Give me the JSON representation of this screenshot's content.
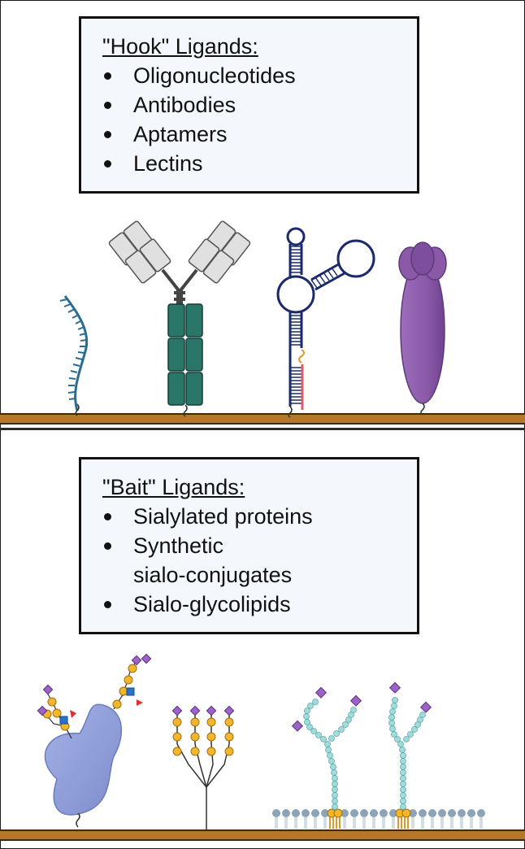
{
  "hook_box": {
    "title": "\"Hook\" Ligands:",
    "items": [
      "Oligonucleotides",
      "Antibodies",
      "Aptamers",
      "Lectins"
    ]
  },
  "bait_box": {
    "title": "\"Bait\" Ligands:",
    "items": [
      "Sialylated proteins",
      "Synthetic sialo-conjugates",
      "Sialo-glycolipids"
    ],
    "item2_line1": "Synthetic",
    "item2_line2": "sialo-conjugates"
  },
  "colors": {
    "shelf": "#b5782a",
    "antibody_heavy": "#2a7769",
    "antibody_light": "#e0e0e0",
    "oligo": "#2b6c8f",
    "aptamer": "#1a2a6c",
    "lectin": "#8a5aa8",
    "protein": "#8f9ed6",
    "sialic_acid": "#9c62c8",
    "galactose": "#f2b62c",
    "glcnac": "#2a72c8",
    "fucose": "#e03030",
    "glycolipid_chain": "#9fdcdc",
    "lipid_head": "#8da3b8"
  }
}
